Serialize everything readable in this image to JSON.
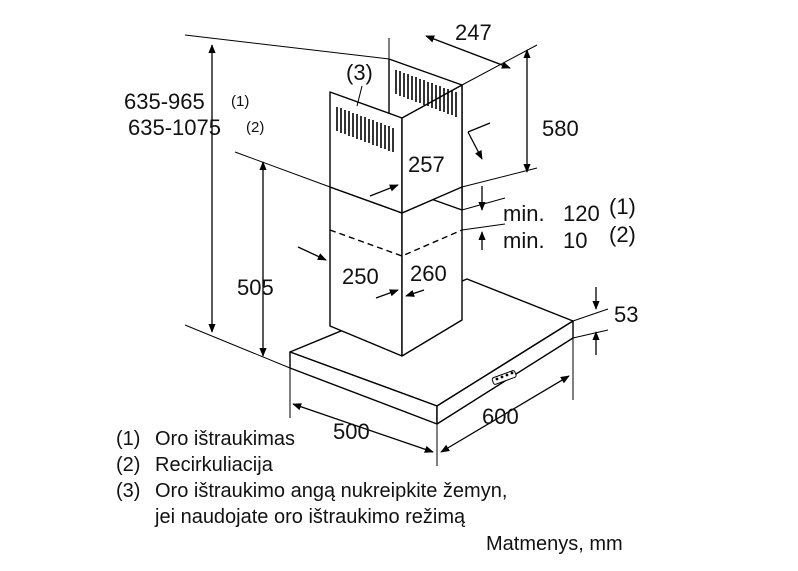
{
  "dimensions": {
    "top_width": "247",
    "chimney_height": "580",
    "total_height_1": "635-965",
    "total_height_1_note": "(1)",
    "total_height_2": "635-1075",
    "total_height_2_note": "(2)",
    "chimney_depth": "257",
    "lower_height": "505",
    "lower_width": "250",
    "lower_depth": "260",
    "min_label": "min.",
    "min_1": "120",
    "min_1_note": "(1)",
    "min_2": "10",
    "min_2_note": "(2)",
    "canopy_thickness": "53",
    "canopy_width": "500",
    "canopy_depth": "600",
    "vent_callout": "(3)"
  },
  "legend": [
    {
      "num": "(1)",
      "text": "Oro ištraukimas"
    },
    {
      "num": "(2)",
      "text": "Recirkuliacija"
    },
    {
      "num": "(3)",
      "text": "Oro ištraukimo angą nukreipkite žemyn,"
    },
    {
      "num": "",
      "text": "jei naudojate oro ištraukimo režimą"
    }
  ],
  "units": "Matmenys, mm"
}
